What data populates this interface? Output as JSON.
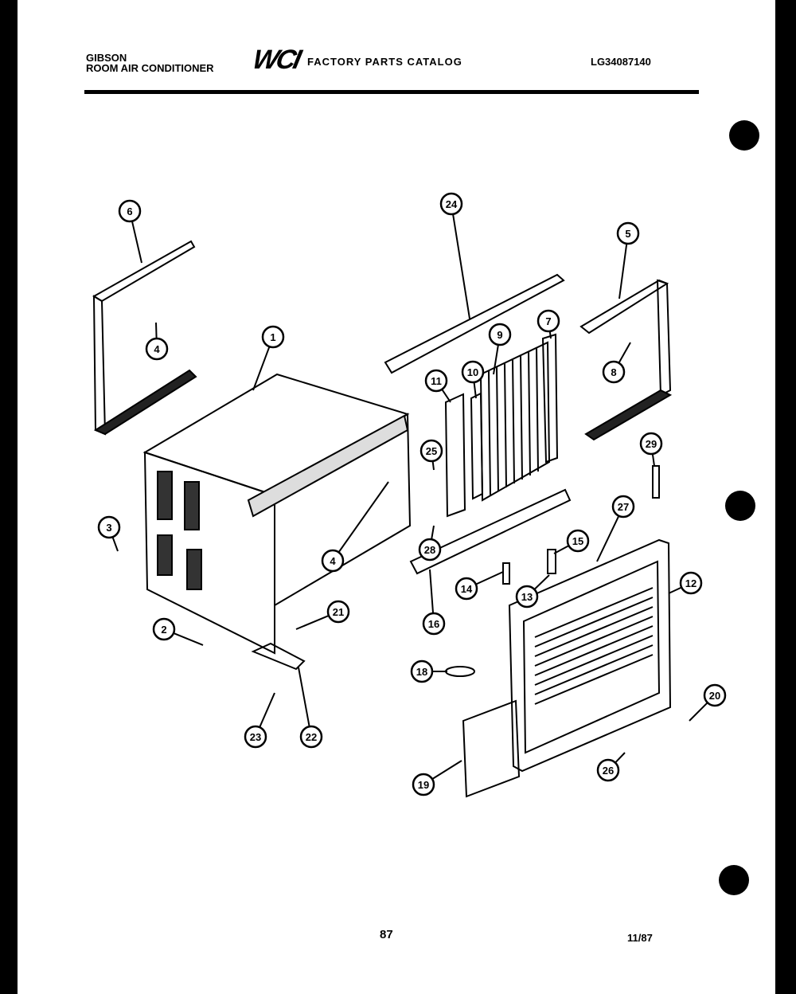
{
  "header": {
    "brand": "GIBSON",
    "product": "ROOM AIR CONDITIONER",
    "logo": "WCI",
    "catalog_title": "FACTORY PARTS CATALOG",
    "model_number": "LG34087140"
  },
  "footer": {
    "page_number": "87",
    "date": "11/87"
  },
  "callouts": [
    "6",
    "4",
    "24",
    "5",
    "1",
    "9",
    "7",
    "11",
    "10",
    "8",
    "25",
    "29",
    "3",
    "4",
    "28",
    "27",
    "15",
    "12",
    "14",
    "13",
    "16",
    "21",
    "2",
    "18",
    "20",
    "23",
    "22",
    "19",
    "26"
  ]
}
